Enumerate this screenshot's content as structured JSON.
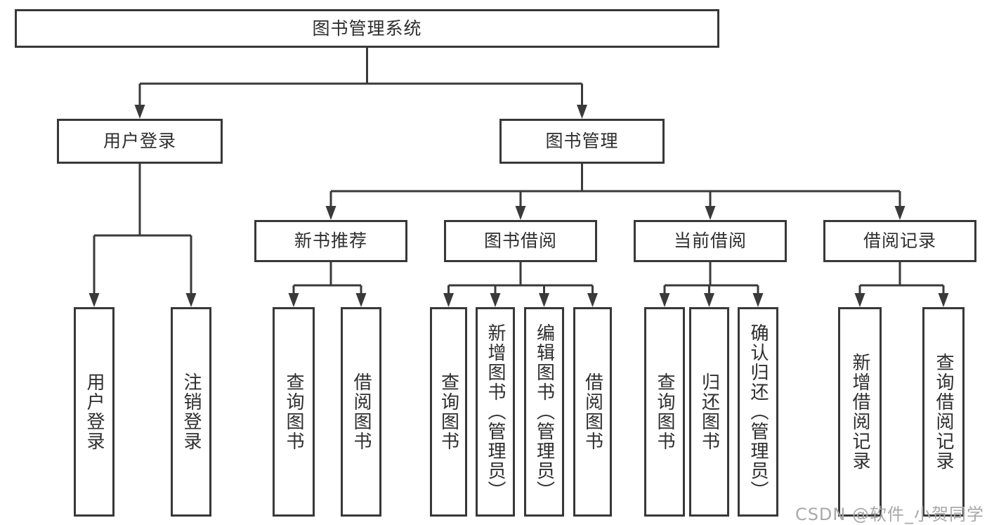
{
  "diagram": {
    "title": "图书管理系统",
    "watermark": "CSDN @软件_小贺同学",
    "colors": {
      "line": "#3a3a3a",
      "box_border": "#383838",
      "text": "#2e2e2e",
      "box_background": "#ffffff",
      "page_background": "#ffffff",
      "watermark": "#a8a8a8"
    },
    "nodes": [
      {
        "id": "root",
        "label": "图书管理系统",
        "level": 1,
        "parent": null,
        "text_direction": "horizontal"
      },
      {
        "id": "user-login",
        "label": "用户登录",
        "level": 2,
        "parent": "root",
        "text_direction": "horizontal"
      },
      {
        "id": "book-management",
        "label": "图书管理",
        "level": 2,
        "parent": "root",
        "text_direction": "horizontal"
      },
      {
        "id": "new-book-recommend",
        "label": "新书推荐",
        "level": 3,
        "parent": "book-management",
        "text_direction": "horizontal"
      },
      {
        "id": "book-borrowing",
        "label": "图书借阅",
        "level": 3,
        "parent": "book-management",
        "text_direction": "horizontal"
      },
      {
        "id": "current-borrowing",
        "label": "当前借阅",
        "level": 3,
        "parent": "book-management",
        "text_direction": "horizontal"
      },
      {
        "id": "borrowing-records",
        "label": "借阅记录",
        "level": 3,
        "parent": "book-management",
        "text_direction": "horizontal"
      },
      {
        "id": "leaf-user-login",
        "label": "用户登录",
        "level": 4,
        "parent": "user-login",
        "text_direction": "vertical"
      },
      {
        "id": "leaf-logout",
        "label": "注销登录",
        "level": 4,
        "parent": "user-login",
        "text_direction": "vertical"
      },
      {
        "id": "leaf-rec-query-books",
        "label": "查询图书",
        "level": 4,
        "parent": "new-book-recommend",
        "text_direction": "vertical"
      },
      {
        "id": "leaf-rec-borrow-books",
        "label": "借阅图书",
        "level": 4,
        "parent": "new-book-recommend",
        "text_direction": "vertical"
      },
      {
        "id": "leaf-bb-query-books",
        "label": "查询图书",
        "level": 4,
        "parent": "book-borrowing",
        "text_direction": "vertical"
      },
      {
        "id": "leaf-bb-add-books-admin",
        "label": "新增图书（管理员）",
        "level": 4,
        "parent": "book-borrowing",
        "text_direction": "vertical"
      },
      {
        "id": "leaf-bb-edit-books-admin",
        "label": "编辑图书（管理员）",
        "level": 4,
        "parent": "book-borrowing",
        "text_direction": "vertical"
      },
      {
        "id": "leaf-bb-borrow-books",
        "label": "借阅图书",
        "level": 4,
        "parent": "book-borrowing",
        "text_direction": "vertical"
      },
      {
        "id": "leaf-cb-query-books",
        "label": "查询图书",
        "level": 4,
        "parent": "current-borrowing",
        "text_direction": "vertical"
      },
      {
        "id": "leaf-cb-return-books",
        "label": "归还图书",
        "level": 4,
        "parent": "current-borrowing",
        "text_direction": "vertical"
      },
      {
        "id": "leaf-cb-confirm-return",
        "label": "确认归还（管理员）",
        "level": 4,
        "parent": "current-borrowing",
        "text_direction": "vertical"
      },
      {
        "id": "leaf-br-add-record",
        "label": "新增借阅记录",
        "level": 4,
        "parent": "borrowing-records",
        "text_direction": "vertical"
      },
      {
        "id": "leaf-br-query-record",
        "label": "查询借阅记录",
        "level": 4,
        "parent": "borrowing-records",
        "text_direction": "vertical"
      }
    ]
  }
}
